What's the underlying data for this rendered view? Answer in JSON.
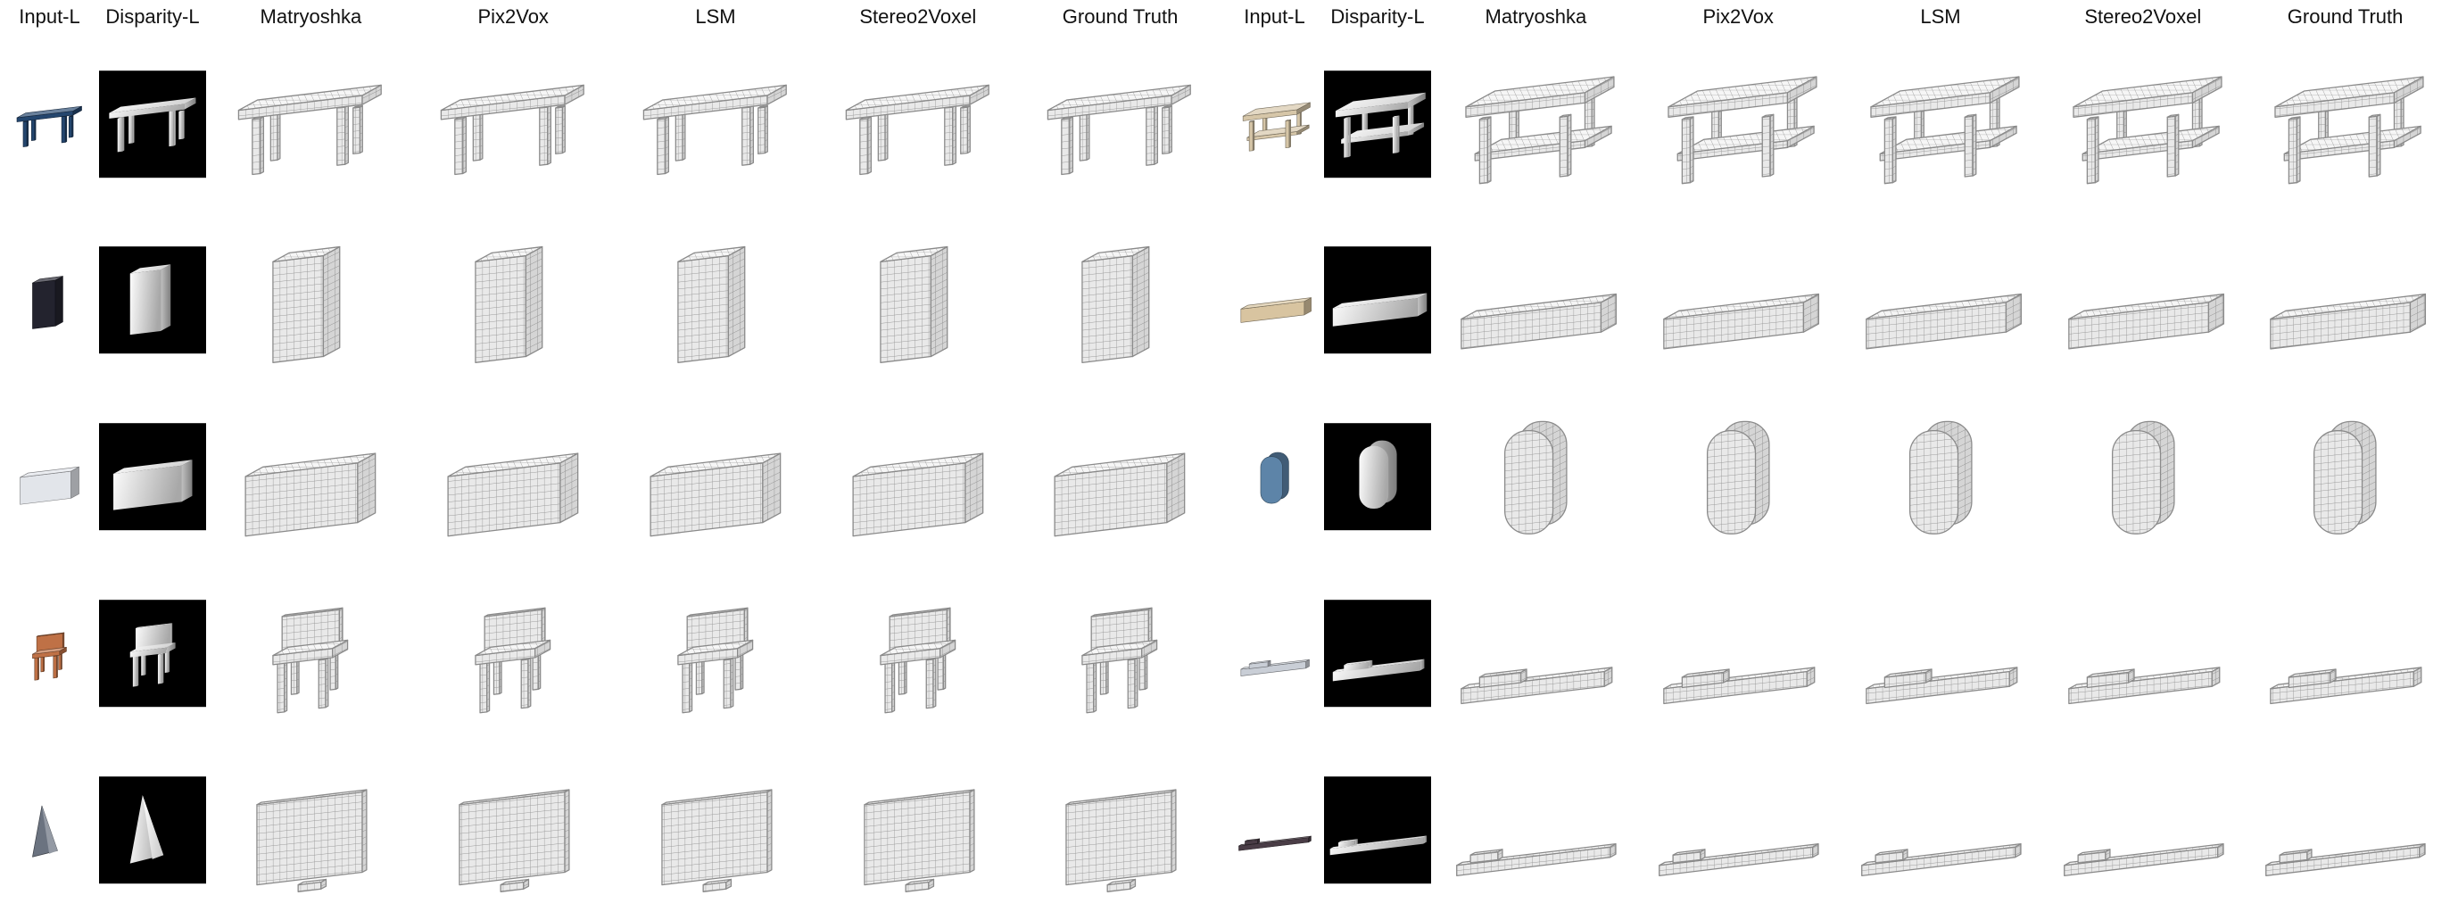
{
  "figure": {
    "columns": [
      "Input-L",
      "Disparity-L",
      "Matryoshka",
      "Pix2Vox",
      "LSM",
      "Stereo2Voxel",
      "Ground Truth"
    ],
    "column_keys": [
      "input-l",
      "disparity-l",
      "matryoshka",
      "pix2vox",
      "lsm",
      "stereo2voxel",
      "ground-truth"
    ],
    "panels": [
      {
        "id": "left",
        "rows": [
          {
            "object": "table",
            "input_color": "#24466e"
          },
          {
            "object": "tall-cabinet",
            "input_color": "#23232e"
          },
          {
            "object": "dresser",
            "input_color": "#e2e5ea"
          },
          {
            "object": "chair",
            "input_color": "#bf7146"
          },
          {
            "object": "display-panel",
            "input_color": "#6b7380"
          }
        ]
      },
      {
        "id": "right",
        "rows": [
          {
            "object": "shelf-table",
            "input_color": "#d6c6a8"
          },
          {
            "object": "bench-sofa",
            "input_color": "#d8c4a0"
          },
          {
            "object": "capsule",
            "input_color": "#5d84a8"
          },
          {
            "object": "speedboat",
            "input_color": "#c9ced6"
          },
          {
            "object": "cargo-ship",
            "input_color": "#4a3d46"
          }
        ]
      }
    ],
    "colors": {
      "background": "#ffffff",
      "disparity_background": "#000000",
      "voxel_light": "#f6f6f6",
      "voxel_mid": "#e9e9e9",
      "voxel_dark": "#d5d5d5",
      "voxel_grid": "#9a9a9a",
      "voxel_outline": "#8a8a8a"
    }
  }
}
